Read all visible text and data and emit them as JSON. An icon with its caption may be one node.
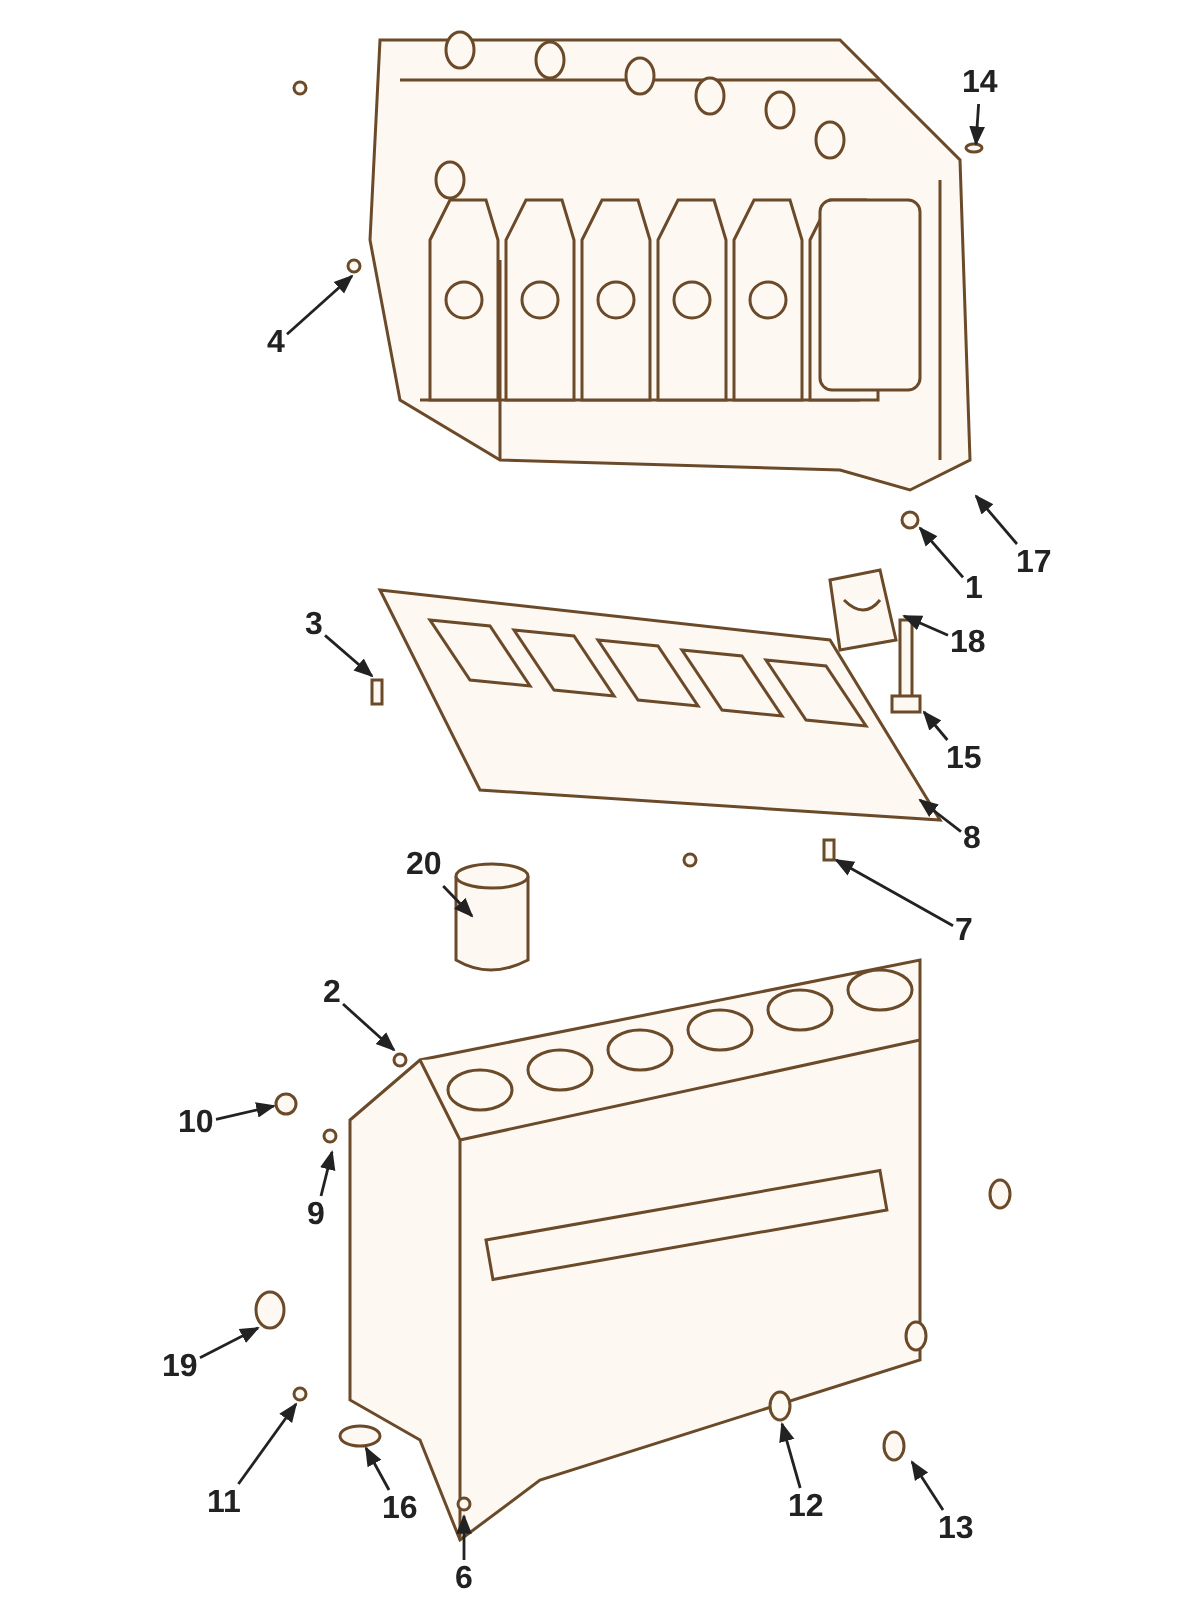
{
  "diagram": {
    "nodes": [
      {
        "text": [
          "14"
        ]
      },
      {
        "text": [
          "4"
        ]
      },
      {
        "text": [
          "17"
        ]
      },
      {
        "text": [
          "1"
        ]
      },
      {
        "text": [
          "3"
        ]
      },
      {
        "text": [
          "18"
        ]
      },
      {
        "text": [
          "15"
        ]
      },
      {
        "text": [
          "8"
        ]
      },
      {
        "text": [
          "20"
        ]
      },
      {
        "text": [
          "7"
        ]
      },
      {
        "text": [
          "2"
        ]
      },
      {
        "text": [
          "10"
        ]
      },
      {
        "text": [
          "9"
        ]
      },
      {
        "text": [
          "19"
        ]
      },
      {
        "text": [
          "11"
        ]
      },
      {
        "text": [
          "12"
        ]
      },
      {
        "text": [
          "16"
        ]
      },
      {
        "text": [
          "13"
        ]
      },
      {
        "text": [
          "6"
        ]
      }
    ],
    "edges": [
      {
        "from": 0,
        "to": null,
        "arrow": "to"
      },
      {
        "from": 1,
        "to": null,
        "arrow": "to"
      },
      {
        "from": 2,
        "to": null,
        "arrow": "to"
      },
      {
        "from": 3,
        "to": null,
        "arrow": "to"
      },
      {
        "from": 4,
        "to": null,
        "arrow": "to"
      },
      {
        "from": 5,
        "to": null,
        "arrow": "to"
      },
      {
        "from": 6,
        "to": null,
        "arrow": "to"
      },
      {
        "from": 7,
        "to": null,
        "arrow": "to"
      },
      {
        "from": 8,
        "to": null,
        "arrow": "to"
      },
      {
        "from": 9,
        "to": null,
        "arrow": "to"
      },
      {
        "from": 10,
        "to": null,
        "arrow": "to"
      },
      {
        "from": 11,
        "to": null,
        "arrow": "to"
      },
      {
        "from": 12,
        "to": null,
        "arrow": "to"
      },
      {
        "from": 13,
        "to": null,
        "arrow": "to"
      },
      {
        "from": 14,
        "to": null,
        "arrow": "to"
      },
      {
        "from": 15,
        "to": null,
        "arrow": "to"
      },
      {
        "from": 16,
        "to": null,
        "arrow": "to"
      },
      {
        "from": 17,
        "to": null,
        "arrow": "to"
      },
      {
        "from": 18,
        "to": null,
        "arrow": "to"
      }
    ]
  }
}
